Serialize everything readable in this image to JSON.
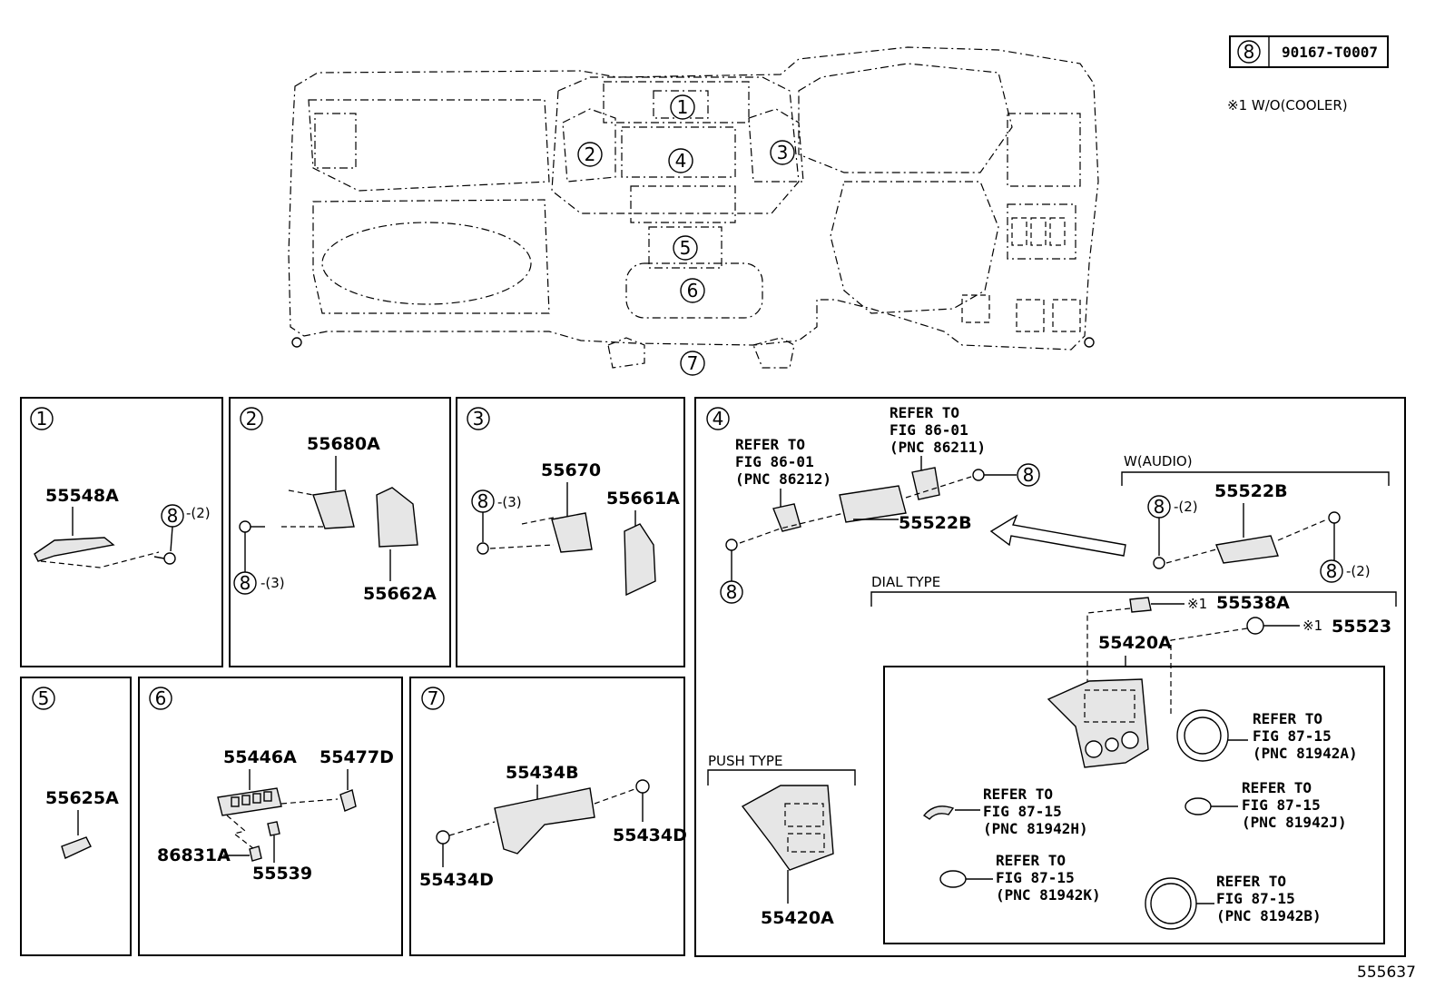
{
  "legend": {
    "key": "8",
    "part_number": "90167-T0007"
  },
  "note": "※1 W/O(COOLER)",
  "overview": {
    "callouts": [
      "1",
      "2",
      "3",
      "4",
      "5",
      "6",
      "7"
    ]
  },
  "panels": {
    "p1": {
      "num": "1",
      "parts": [
        "55548A"
      ],
      "fastener": "8",
      "fastener_qty": "-(2)"
    },
    "p2": {
      "num": "2",
      "parts": [
        "55680A",
        "55662A"
      ],
      "fastener": "8",
      "fastener_qty": "-(3)"
    },
    "p3": {
      "num": "3",
      "parts": [
        "55670",
        "55661A"
      ],
      "fastener": "8",
      "fastener_qty": "-(3)"
    },
    "p4": {
      "num": "4",
      "ref_a": [
        "REFER TO",
        "FIG 86-01",
        "(PNC 86212)"
      ],
      "ref_b": [
        "REFER TO",
        "FIG 86-01",
        "(PNC 86211)"
      ],
      "part_main": "55522B",
      "fastener": "8",
      "w_audio": {
        "title": "W(AUDIO)",
        "part": "55522B",
        "qty1": "-(2)",
        "qty2": "-(2)"
      },
      "dial_type": {
        "title": "DIAL TYPE",
        "note_mark": "※1",
        "p538": "55538A",
        "p523": "55523",
        "p420": "55420A",
        "refs": [
          [
            "REFER TO",
            "FIG 87-15",
            "(PNC 81942A)"
          ],
          [
            "REFER TO",
            "FIG 87-15",
            "(PNC 81942H)"
          ],
          [
            "REFER TO",
            "FIG 87-15",
            "(PNC 81942J)"
          ],
          [
            "REFER TO",
            "FIG 87-15",
            "(PNC 81942K)"
          ],
          [
            "REFER TO",
            "FIG 87-15",
            "(PNC 81942B)"
          ]
        ]
      },
      "push_type": {
        "title": "PUSH TYPE",
        "part": "55420A"
      }
    },
    "p5": {
      "num": "5",
      "parts": [
        "55625A"
      ]
    },
    "p6": {
      "num": "6",
      "parts": [
        "55446A",
        "55477D",
        "86831A",
        "55539"
      ]
    },
    "p7": {
      "num": "7",
      "parts": [
        "55434B",
        "55434D",
        "55434D"
      ]
    }
  },
  "figure_id": "555637"
}
